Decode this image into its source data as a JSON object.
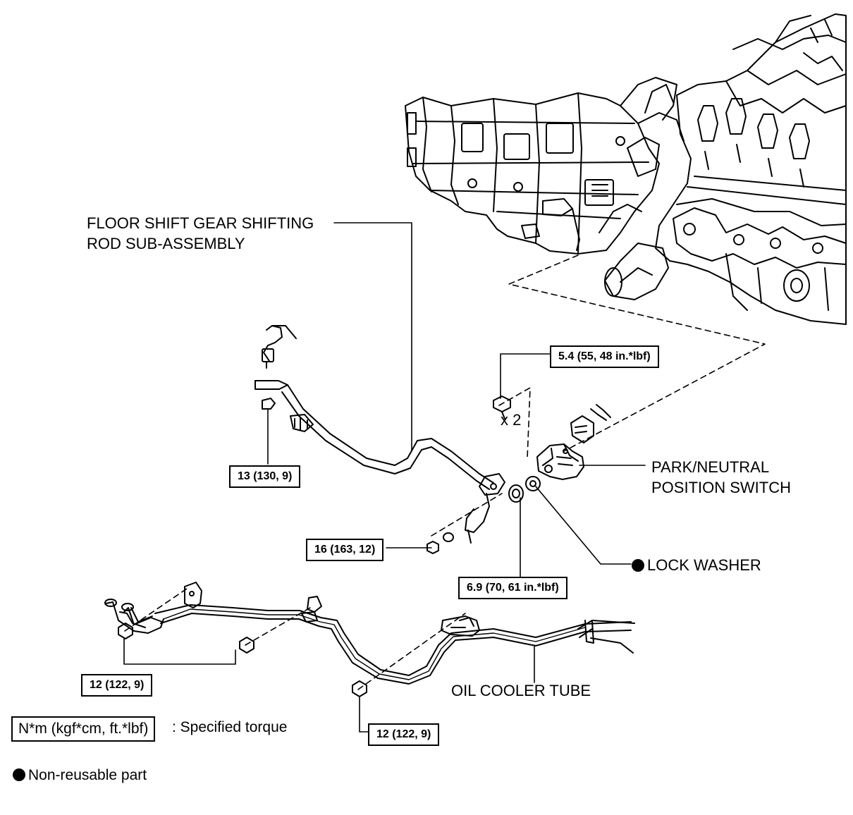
{
  "labels": {
    "shift_rod_line1": "FLOOR SHIFT GEAR SHIFTING",
    "shift_rod_line2": "ROD SUB-ASSEMBLY",
    "switch_line1": "PARK/NEUTRAL",
    "switch_line2": "POSITION SWITCH",
    "lock_washer": "LOCK WASHER",
    "oil_cooler_tube": "OIL COOLER TUBE",
    "qty_x2": "x 2"
  },
  "torques": {
    "t_5_4": "5.4 (55, 48 in.*lbf)",
    "t_13": "13 (130, 9)",
    "t_16": "16 (163, 12)",
    "t_6_9": "6.9 (70, 61 in.*lbf)",
    "t_12_left": "12 (122, 9)",
    "t_12_right": "12 (122, 9)"
  },
  "legend": {
    "torque_unit": "N*m (kgf*cm, ft.*lbf)",
    "torque_desc": ": Specified torque",
    "nonreusable": "Non-reusable part"
  },
  "colors": {
    "ink": "#000000",
    "background": "#ffffff"
  }
}
